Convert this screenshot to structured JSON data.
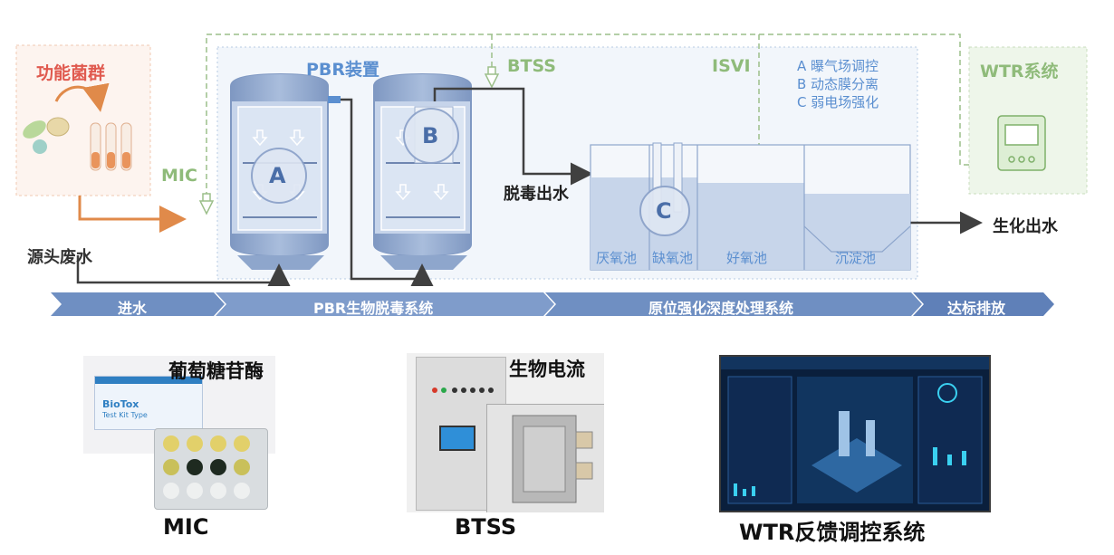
{
  "colors": {
    "accent_blue": "#5b8fd0",
    "tank_blue": "#8ea6cc",
    "pipe_gray": "#404040",
    "green_dashed": "#9cbf8a",
    "arrow_orange": "#e08a4a",
    "title_red": "#e05a4f",
    "flow_band": "#6f8fc2"
  },
  "diagram": {
    "mic_box_title": "功能菌群",
    "mic_label": "MIC",
    "source_water": "源头废水",
    "pbr_title": "PBR装置",
    "btss_label": "BTSS",
    "isvi_label": "ISVI",
    "wtr_box_title": "WTR系统",
    "legend": [
      "A 曝气场调控",
      "B 动态膜分离",
      "C 弱电场强化"
    ],
    "marker_a": "A",
    "marker_b": "B",
    "marker_c": "C",
    "detox_out": "脱毒出水",
    "bio_out": "生化出水",
    "tanks": [
      "厌氧池",
      "缺氧池",
      "好氧池",
      "沉淀池"
    ],
    "flow_stages": [
      "进水",
      "PBR生物脱毒系统",
      "原位强化深度处理系统",
      "达标排放"
    ]
  },
  "photos": {
    "mic_photo_title": "葡萄糖苷酶",
    "kit_brand": "BioTox",
    "kit_type": "Test Kit Type",
    "mic_caption": "MIC",
    "btss_photo_title": "生物电流",
    "btss_caption": "BTSS",
    "wtr_caption": "WTR反馈调控系统"
  }
}
